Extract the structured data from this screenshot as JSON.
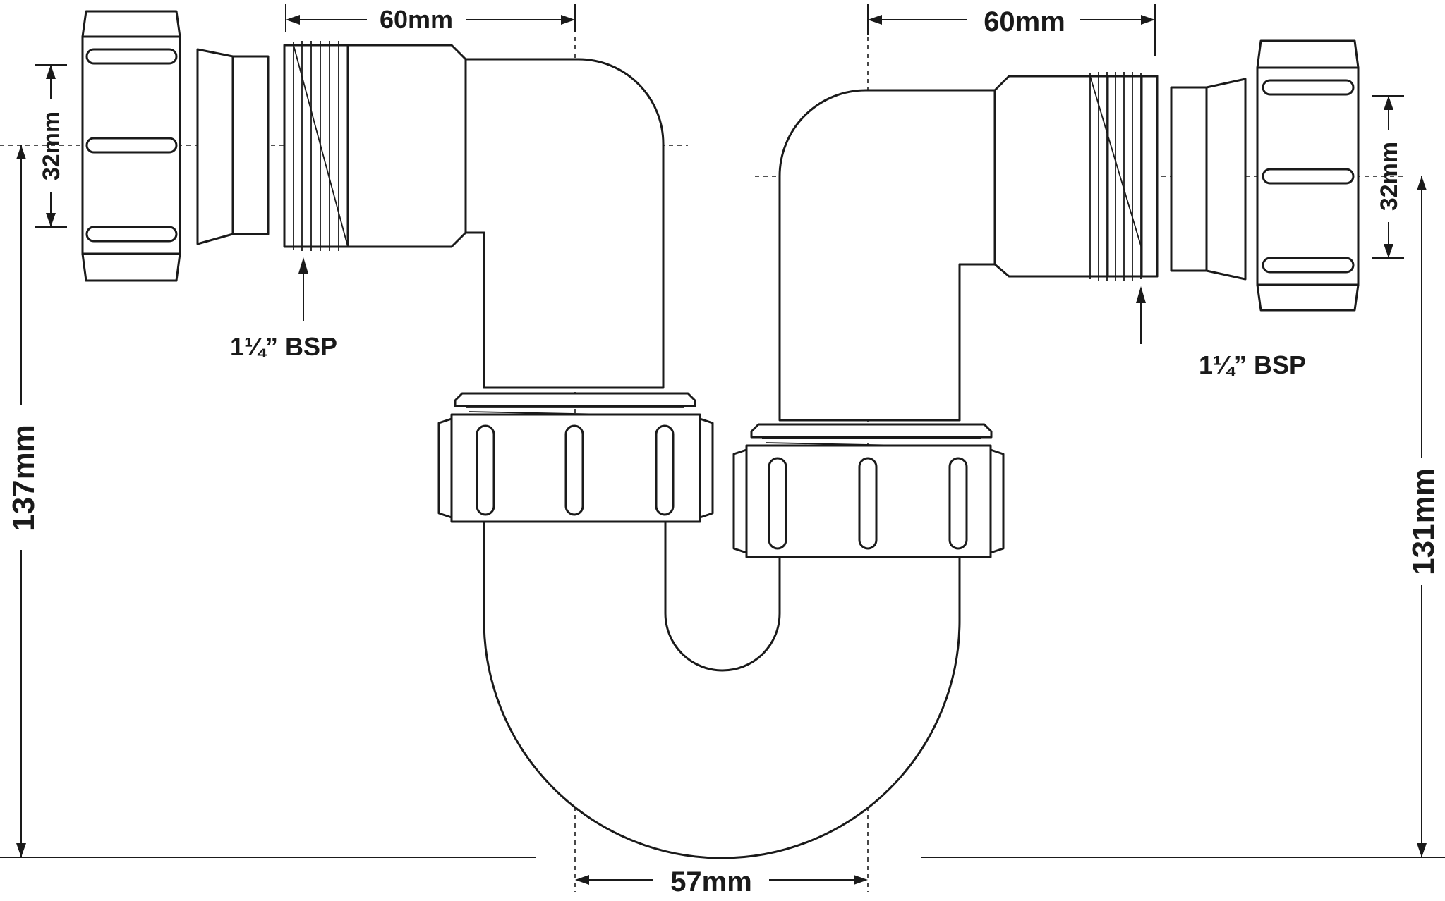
{
  "dimensions": {
    "top_left_length": "60mm",
    "top_right_length": "60mm",
    "left_diameter": "32mm",
    "right_diameter": "32mm",
    "left_height": "137mm",
    "right_height": "131mm",
    "bottom_spacing": "57mm"
  },
  "labels": {
    "left_thread": "1¼” BSP",
    "right_thread": "1¼” BSP"
  },
  "colors": {
    "line": "#1a1a1a",
    "background": "#ffffff"
  }
}
